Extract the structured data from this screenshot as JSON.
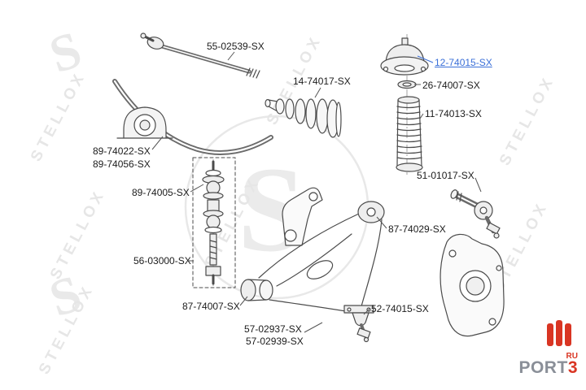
{
  "diagram": {
    "labels": [
      {
        "text": "55-02539-SX"
      },
      {
        "text": "14-74017-SX"
      },
      {
        "text": "12-74015-SX",
        "highlighted": true
      },
      {
        "text": "26-74007-SX"
      },
      {
        "text": "11-74013-SX"
      },
      {
        "text": "51-01017-SX"
      },
      {
        "text": "89-74022-SX"
      },
      {
        "text": "89-74056-SX"
      },
      {
        "text": "89-74005-SX"
      },
      {
        "text": "56-03000-SX"
      },
      {
        "text": "87-74029-SX"
      },
      {
        "text": "87-74007-SX"
      },
      {
        "text": "52-74015-SX"
      },
      {
        "text": "57-02937-SX"
      },
      {
        "text": "57-02939-SX"
      }
    ],
    "parts": [
      "tie-rod",
      "stabilizer-bar",
      "stabilizer-bushing-clamp",
      "stabilizer-link",
      "steering-boot",
      "strut-mount",
      "strut-bearing",
      "strut-dust-boot",
      "tie-rod-end",
      "mount-bracket",
      "control-arm",
      "arm-rear-bushing",
      "arm-front-bushing",
      "ball-joint",
      "steering-knuckle"
    ]
  },
  "watermark": {
    "text": "STELLOX",
    "initial": "S"
  },
  "logo": {
    "brand": "PORT",
    "digit": "3",
    "country": "RU"
  },
  "colors": {
    "highlight": "#3a6fd8",
    "logo_accent": "#d93523",
    "line": "#4b4b4b",
    "watermark": "#d9d9d9"
  }
}
